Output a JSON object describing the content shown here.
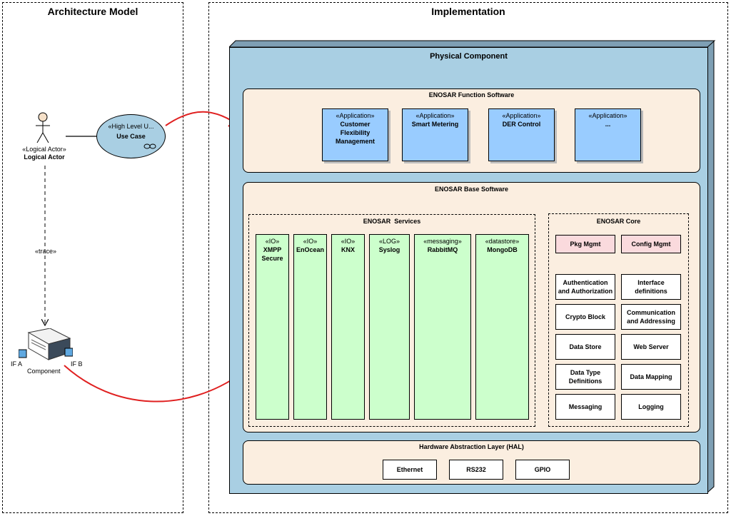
{
  "left_section": {
    "title": "Architecture Model",
    "actor_stereotype": "«Logical Actor»",
    "actor_name": "Logical Actor",
    "usecase_stereotype": "«High Level U...",
    "usecase_name": "Use Case",
    "trace_label": "«trace»",
    "component_name": "Component",
    "if_a": "IF A",
    "if_b": "IF B"
  },
  "right_section": {
    "title": "Implementation",
    "physical_component": "Physical Component",
    "function_software": {
      "title": "ENOSAR Function Software",
      "apps": [
        {
          "stereotype": "«Application»",
          "name": "Customer\nFlexibility\nManagement"
        },
        {
          "stereotype": "«Application»",
          "name": "Smart Metering"
        },
        {
          "stereotype": "«Application»",
          "name": "DER Control"
        },
        {
          "stereotype": "«Application»",
          "name": "..."
        }
      ]
    },
    "base_software": {
      "title": "ENOSAR Base Software",
      "services": {
        "title": "ENOSAR  Services",
        "items": [
          {
            "stereotype": "«IO»",
            "name": "XMPP\nSecure"
          },
          {
            "stereotype": "«IO»",
            "name": "EnOcean"
          },
          {
            "stereotype": "«IO»",
            "name": "KNX"
          },
          {
            "stereotype": "«LOG»",
            "name": "Syslog"
          },
          {
            "stereotype": "«messaging»",
            "name": "RabbitMQ"
          },
          {
            "stereotype": "«datastore»",
            "name": "MongoDB"
          }
        ]
      },
      "core": {
        "title": "ENOSAR Core",
        "pkg_mgmt": "Pkg Mgmt",
        "config_mgmt": "Config Mgmt",
        "blocks": [
          "Authentication\nand Authorization",
          "Interface\ndefinitions",
          "Crypto Block",
          "Communication\nand Addressing",
          "Data Store",
          "Web Server",
          "Data Type\nDefinitions",
          "Data Mapping",
          "Messaging",
          "Logging"
        ]
      }
    },
    "hal": {
      "title": "Hardware Abstraction Layer (HAL)",
      "items": [
        "Ethernet",
        "RS232",
        "GPIO"
      ]
    }
  },
  "colors": {
    "physical": "#a9cfe3",
    "area": "#fbeee0",
    "application": "#99ccff",
    "service": "#ccffcc",
    "mgmt": "#fadadd",
    "arrow": "#e02020"
  }
}
